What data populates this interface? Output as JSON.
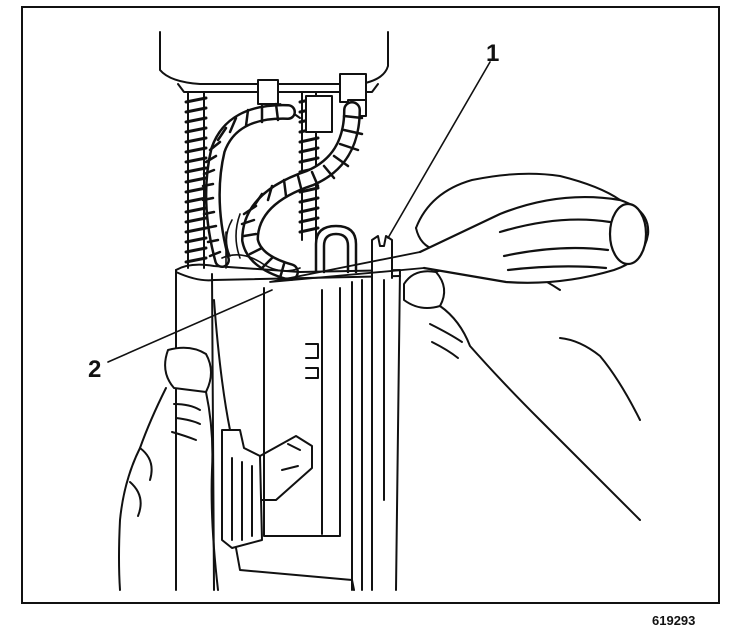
{
  "figure": {
    "callouts": [
      "1",
      "2"
    ],
    "code": "619293"
  },
  "colors": {
    "ink": "#111111",
    "paper": "#ffffff"
  }
}
